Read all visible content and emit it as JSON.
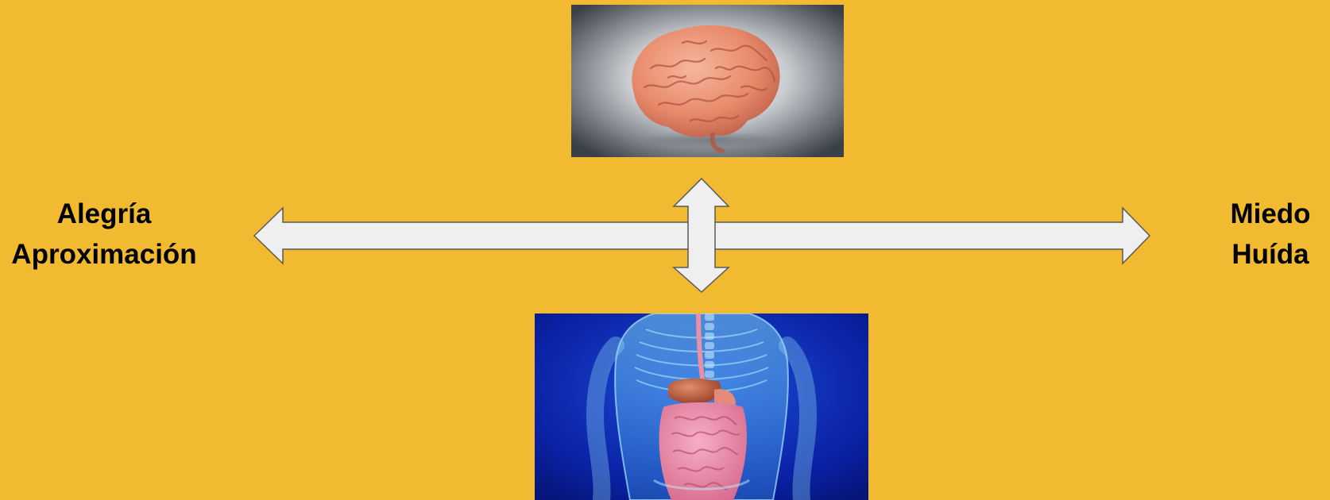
{
  "labels": {
    "left_line1": "Alegría",
    "left_line2": "Aproximación",
    "right_line1": "Miedo",
    "right_line2": "Huída"
  },
  "colors": {
    "background": "#F2BA31",
    "arrow_fill": "#EFEFEF",
    "arrow_stroke": "#595959"
  },
  "images": {
    "top": "brain-photo",
    "bottom": "digestive-system-photo"
  }
}
